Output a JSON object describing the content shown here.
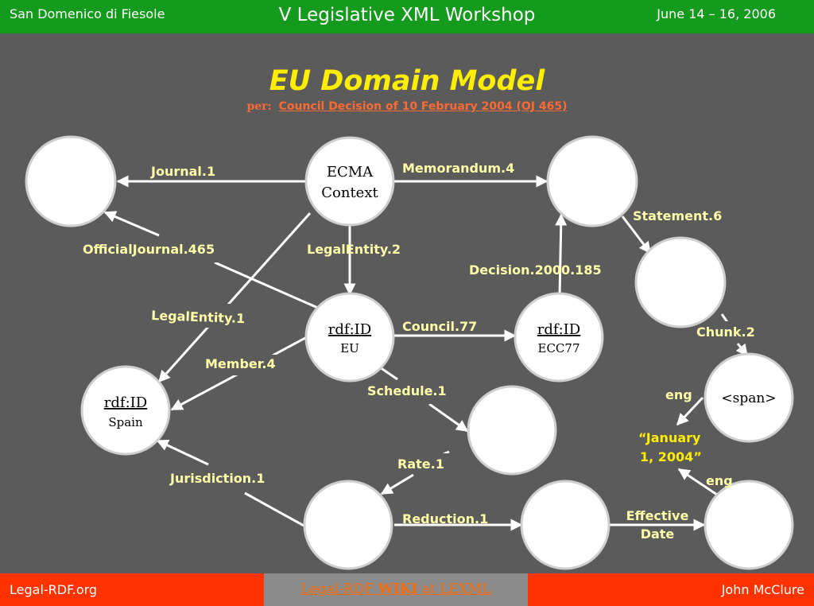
{
  "header": {
    "location": "San Domenico di Fiesole",
    "event": "V Legislative XML Workshop",
    "dates": "June 14 – 16, 2006"
  },
  "slide": {
    "title": "EU Domain Model",
    "subtitle_prefix": "per:",
    "subtitle_link": "Council Decision of 10 February 2004 (OJ 465)"
  },
  "nodes": {
    "journal": {
      "line1": "",
      "line2": ""
    },
    "ecma": {
      "line1": "ECMA",
      "line2": "Context"
    },
    "memorandum": {
      "line1": "",
      "line2": ""
    },
    "statement": {
      "line1": "",
      "line2": ""
    },
    "eu": {
      "line1": "rdf:ID",
      "line2": "EU"
    },
    "ecc77": {
      "line1": "rdf:ID",
      "line2": "ECC77"
    },
    "spain": {
      "line1": "rdf:ID",
      "line2": "Spain"
    },
    "schedule": {
      "line1": "",
      "line2": ""
    },
    "span": {
      "line1": "<span>",
      "line2": ""
    },
    "rate": {
      "line1": "",
      "line2": ""
    },
    "reduction": {
      "line1": "",
      "line2": ""
    },
    "date": {
      "line1": "",
      "line2": ""
    }
  },
  "edge_labels": {
    "journal": "Journal.1",
    "memorandum": "Memorandum.4",
    "statement": "Statement.6",
    "official_journal": "OfficialJournal.465",
    "legal_entity_2": "LegalEntity.2",
    "decision": "Decision.2000.185",
    "legal_entity_1": "LegalEntity.1",
    "council": "Council.77",
    "chunk": "Chunk.2",
    "member": "Member.4",
    "schedule": "Schedule.1",
    "eng_top": "eng",
    "eng_bottom": "eng",
    "rate": "Rate.1",
    "jurisdiction": "Jurisdiction.1",
    "reduction": "Reduction.1",
    "effective_line1": "Effective",
    "effective_line2": "Date"
  },
  "literal": {
    "line1": "“January",
    "line2": "1, 2004”"
  },
  "footer": {
    "left": "Legal-RDF.org",
    "wiki_pre": "Legal-RDF",
    "wiki_bold": "WIKI",
    "wiki_post": "at LEXML",
    "right": "John McClure"
  },
  "colors": {
    "background": "#5b5b5b",
    "header": "#149a1c",
    "footer": "#ff3300",
    "title": "#ffee00",
    "subtitle": "#ff6a33",
    "edge_label": "#ffffaa",
    "node_fill": "#ffffff"
  }
}
